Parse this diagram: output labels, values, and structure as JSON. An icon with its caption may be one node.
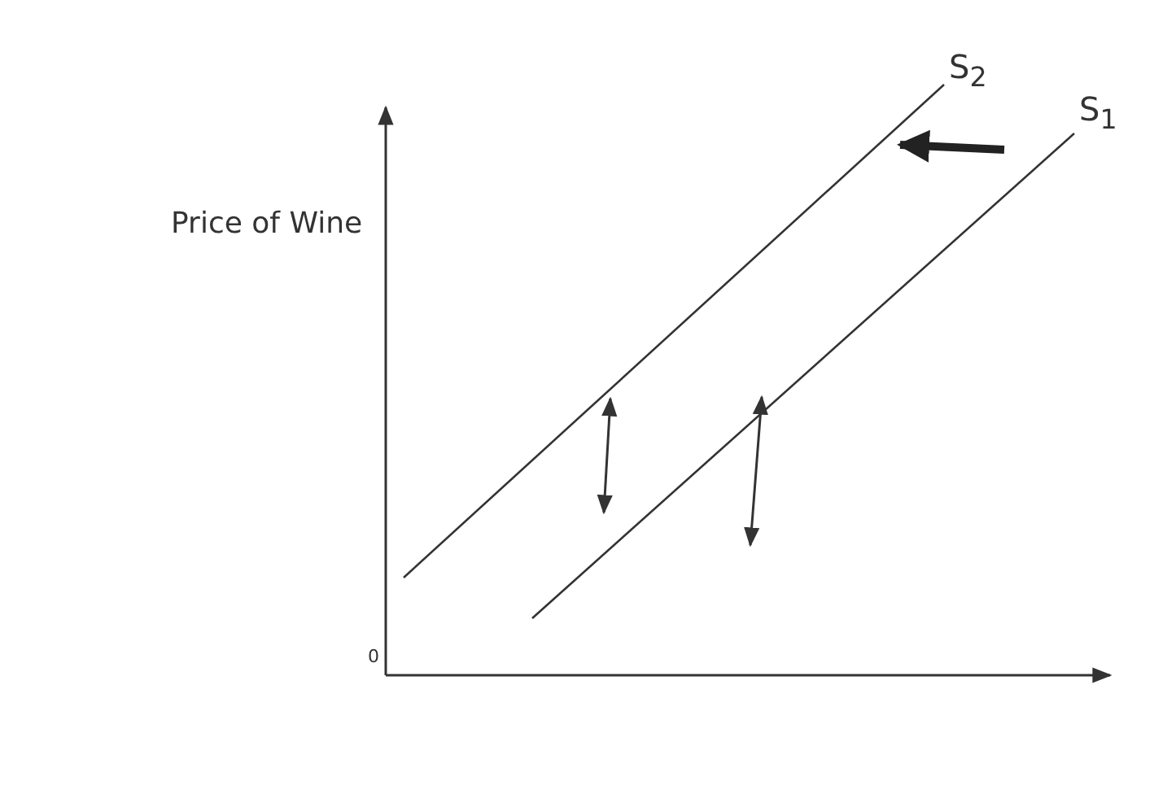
{
  "diagram": {
    "labels": [
      "Price of Wine",
      "S$_{2}$",
      "S$_{1}$",
      "0"
    ]
  }
}
